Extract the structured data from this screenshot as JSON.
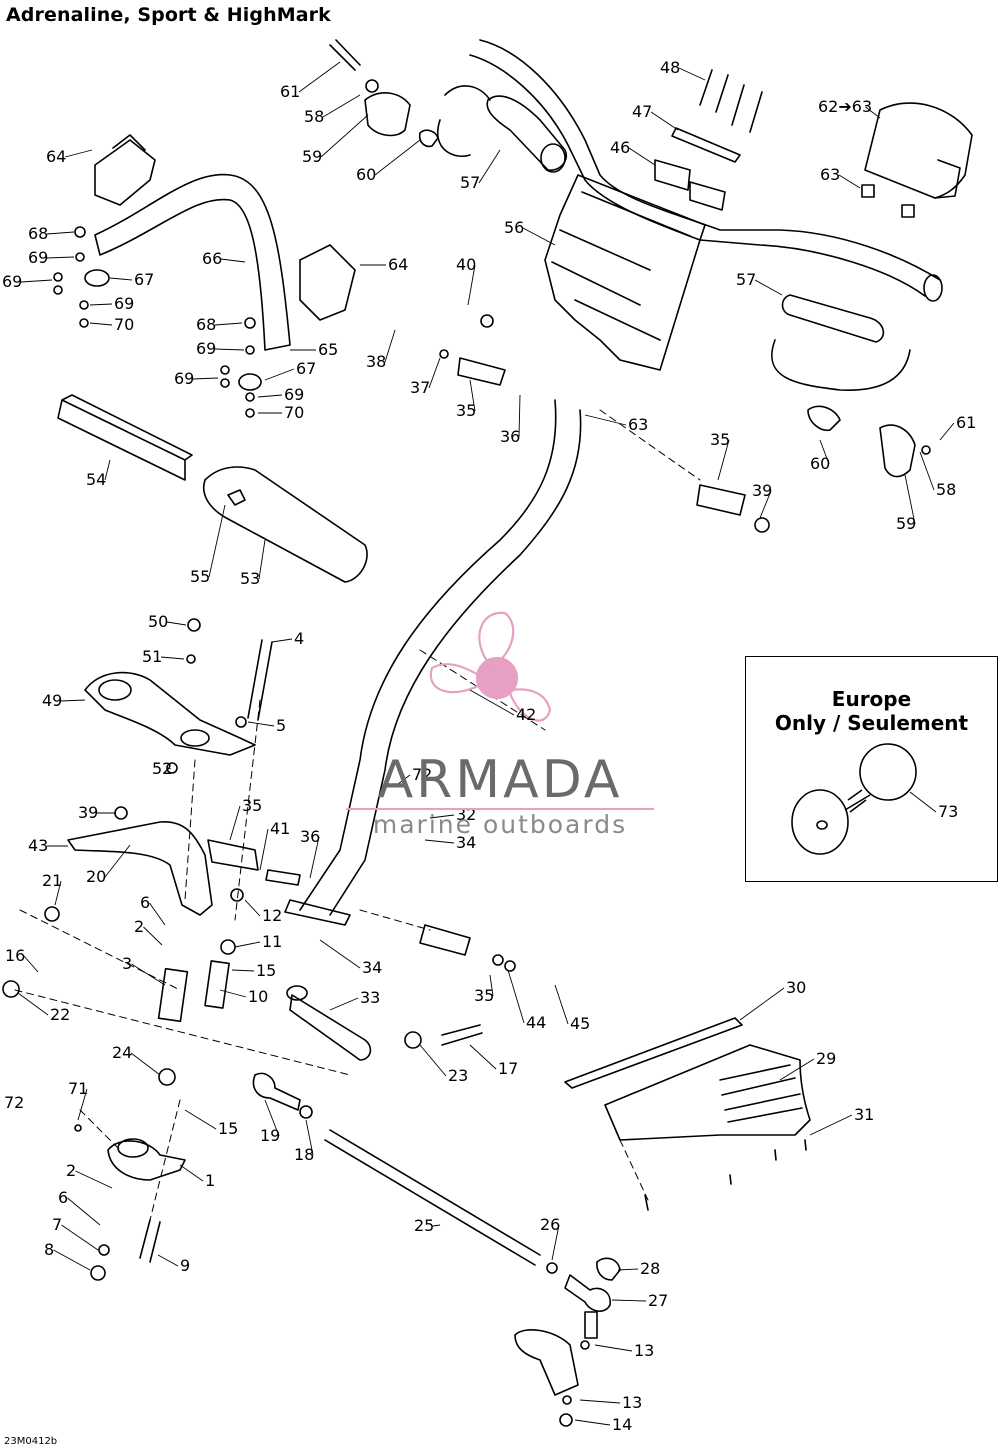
{
  "title": "Adrenaline, Sport & HighMark",
  "drawing_code": "23M0412b",
  "inset": {
    "title_line1": "Europe",
    "title_line2": "Only / Seulement"
  },
  "watermark": {
    "brand": "ARMADA",
    "tagline": "marine outboards",
    "accent": "#e6a0c4"
  },
  "callouts": [
    {
      "t": "61"
    },
    {
      "t": "58"
    },
    {
      "t": "59"
    },
    {
      "t": "60"
    },
    {
      "t": "57"
    },
    {
      "t": "48"
    },
    {
      "t": "47"
    },
    {
      "t": "46"
    },
    {
      "t": "62➔63"
    },
    {
      "t": "63"
    },
    {
      "t": "64"
    },
    {
      "t": "68"
    },
    {
      "t": "69"
    },
    {
      "t": "69"
    },
    {
      "t": "67"
    },
    {
      "t": "69"
    },
    {
      "t": "70"
    },
    {
      "t": "66"
    },
    {
      "t": "64"
    },
    {
      "t": "56"
    },
    {
      "t": "40"
    },
    {
      "t": "57"
    },
    {
      "t": "68"
    },
    {
      "t": "69"
    },
    {
      "t": "65"
    },
    {
      "t": "67"
    },
    {
      "t": "69"
    },
    {
      "t": "69"
    },
    {
      "t": "70"
    },
    {
      "t": "38"
    },
    {
      "t": "37"
    },
    {
      "t": "35"
    },
    {
      "t": "36"
    },
    {
      "t": "63"
    },
    {
      "t": "61"
    },
    {
      "t": "54"
    },
    {
      "t": "60"
    },
    {
      "t": "58"
    },
    {
      "t": "35"
    },
    {
      "t": "39"
    },
    {
      "t": "59"
    },
    {
      "t": "55"
    },
    {
      "t": "53"
    },
    {
      "t": "50"
    },
    {
      "t": "4"
    },
    {
      "t": "51"
    },
    {
      "t": "49"
    },
    {
      "t": "5"
    },
    {
      "t": "42"
    },
    {
      "t": "52"
    },
    {
      "t": "72"
    },
    {
      "t": "73"
    },
    {
      "t": "39"
    },
    {
      "t": "35"
    },
    {
      "t": "32"
    },
    {
      "t": "41"
    },
    {
      "t": "36"
    },
    {
      "t": "34"
    },
    {
      "t": "43"
    },
    {
      "t": "20"
    },
    {
      "t": "21"
    },
    {
      "t": "6"
    },
    {
      "t": "12"
    },
    {
      "t": "2"
    },
    {
      "t": "11"
    },
    {
      "t": "34"
    },
    {
      "t": "16"
    },
    {
      "t": "3"
    },
    {
      "t": "15"
    },
    {
      "t": "10"
    },
    {
      "t": "30"
    },
    {
      "t": "22"
    },
    {
      "t": "33"
    },
    {
      "t": "35"
    },
    {
      "t": "44"
    },
    {
      "t": "45"
    },
    {
      "t": "24"
    },
    {
      "t": "29"
    },
    {
      "t": "23"
    },
    {
      "t": "17"
    },
    {
      "t": "72"
    },
    {
      "t": "71"
    },
    {
      "t": "15"
    },
    {
      "t": "19"
    },
    {
      "t": "18"
    },
    {
      "t": "31"
    },
    {
      "t": "1"
    },
    {
      "t": "2"
    },
    {
      "t": "6"
    },
    {
      "t": "25"
    },
    {
      "t": "7"
    },
    {
      "t": "26"
    },
    {
      "t": "8"
    },
    {
      "t": "9"
    },
    {
      "t": "28"
    },
    {
      "t": "27"
    },
    {
      "t": "13"
    },
    {
      "t": "13"
    },
    {
      "t": "14"
    }
  ]
}
